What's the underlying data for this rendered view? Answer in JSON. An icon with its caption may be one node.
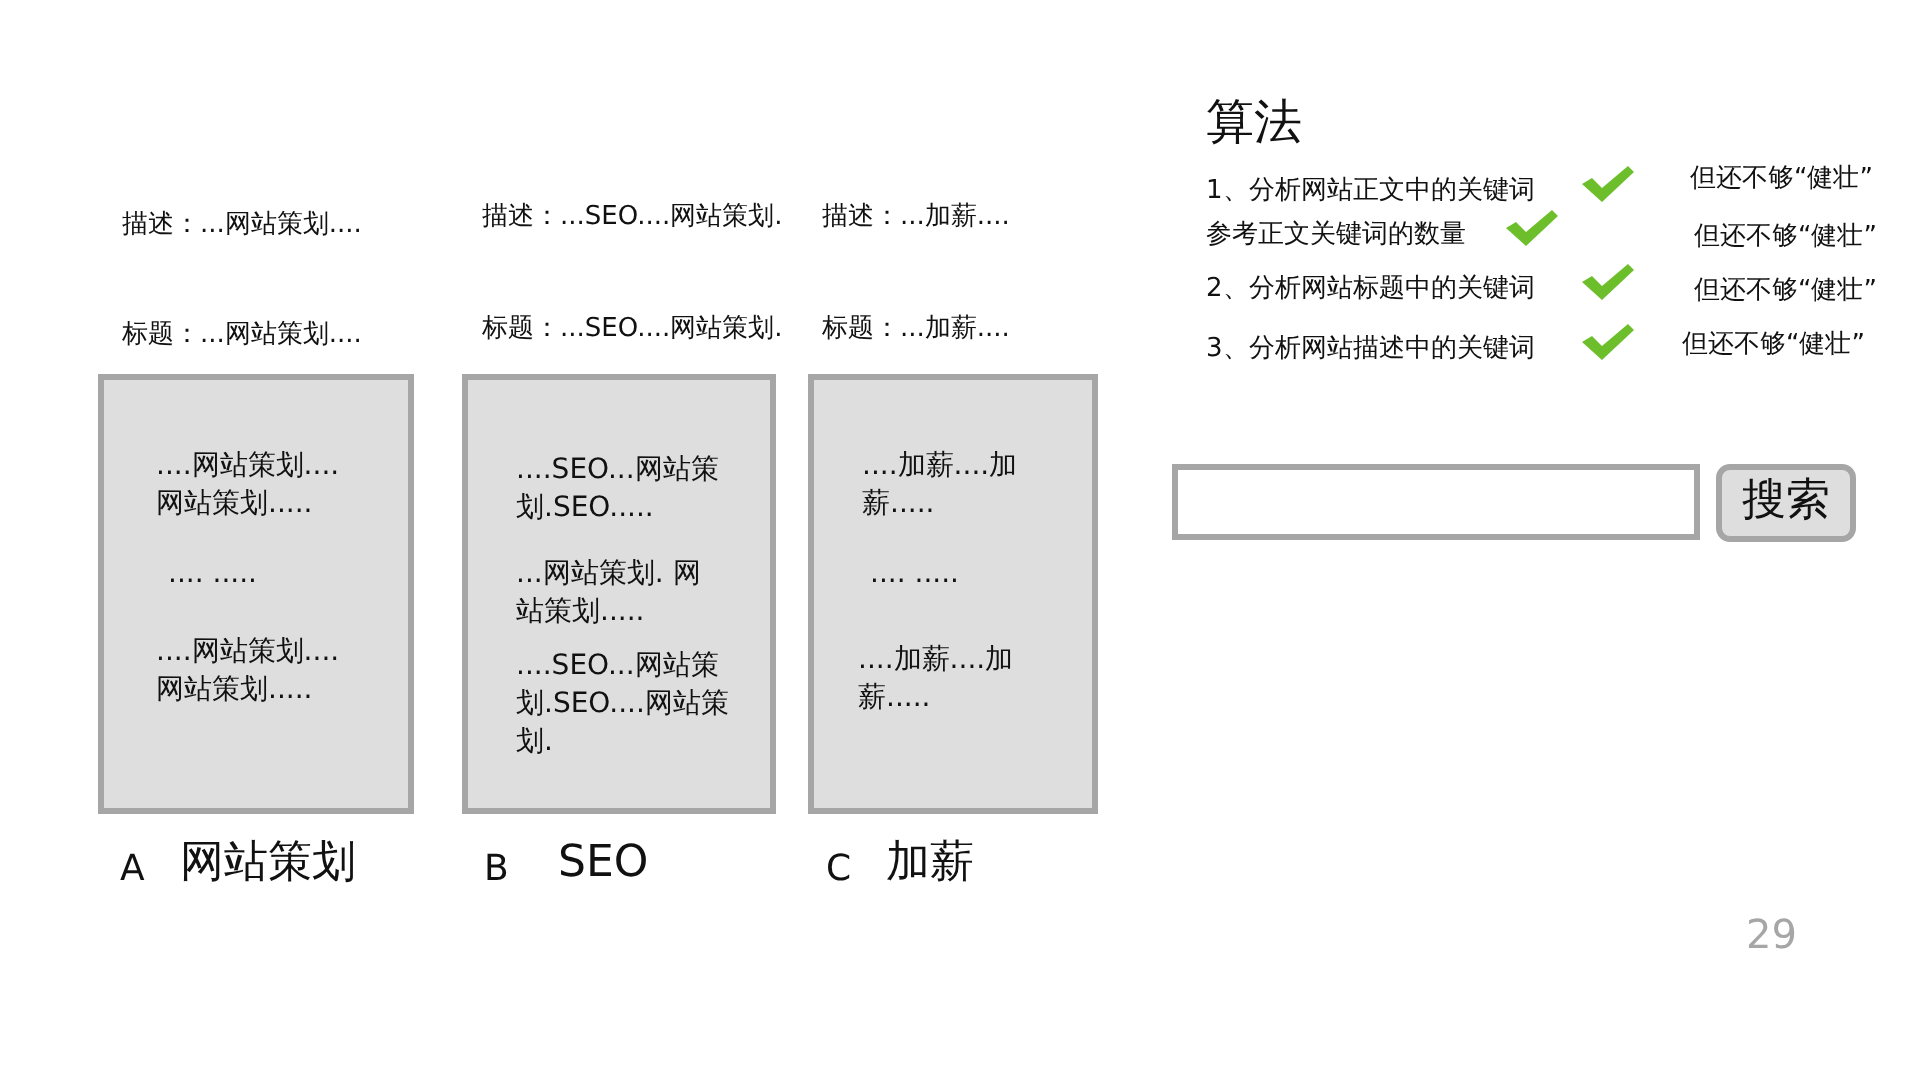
{
  "diagram": {
    "title": "算法",
    "nodes": [
      {
        "text": [
          "....网站策划....网站策划.....",
          ".... .....",
          "....网站策划....网站策划....."
        ]
      },
      {
        "text": [
          "....SEO...网站策划.SEO.....",
          "...网站策划. 网站策划.....",
          "....SEO...网站策划.SEO....网站策划."
        ]
      },
      {
        "text": [
          "....加薪....加薪.....",
          ".... .....",
          "....加薪....加薪....."
        ]
      },
      {
        "text": [],
        "shape": "box"
      },
      {
        "text": [
          "搜索"
        ]
      }
    ],
    "edges": [],
    "labels": [
      "1、分析网站正文中的关键词",
      "但还不够“健壮”",
      "参考正文关键词的数量",
      "但还不够“健壮”",
      "2、分析网站标题中的关键词",
      "但还不够“健壮”",
      "3、分析网站描述中的关键词",
      "但还不够“健壮”",
      "描述：...网站策划....",
      "描述：...SEO....网站策划.",
      "描述：...加薪....",
      "标题：...网站策划....",
      "标题：...SEO....网站策划.",
      "标题：...加薪....",
      "A",
      "网站策划",
      "B",
      "SEO",
      "C",
      "加薪",
      "29"
    ]
  }
}
